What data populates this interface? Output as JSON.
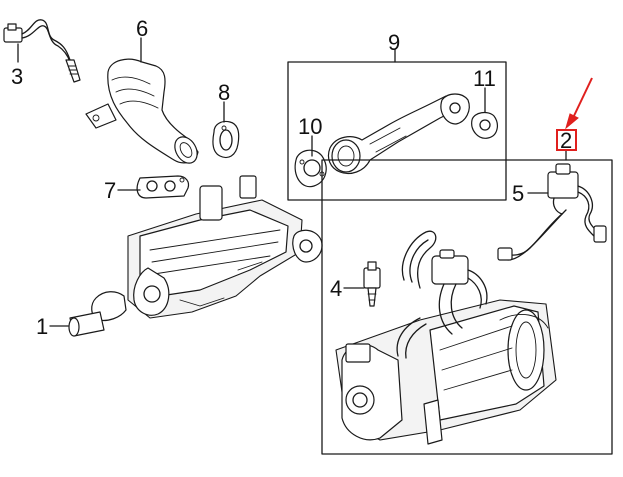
{
  "callouts": {
    "c1": "1",
    "c2": "2",
    "c3": "3",
    "c4": "4",
    "c5": "5",
    "c6": "6",
    "c7": "7",
    "c8": "8",
    "c9": "9",
    "c10": "10",
    "c11": "11"
  },
  "colors": {
    "highlight": "#e0201e",
    "line": "#1a1a1a"
  }
}
